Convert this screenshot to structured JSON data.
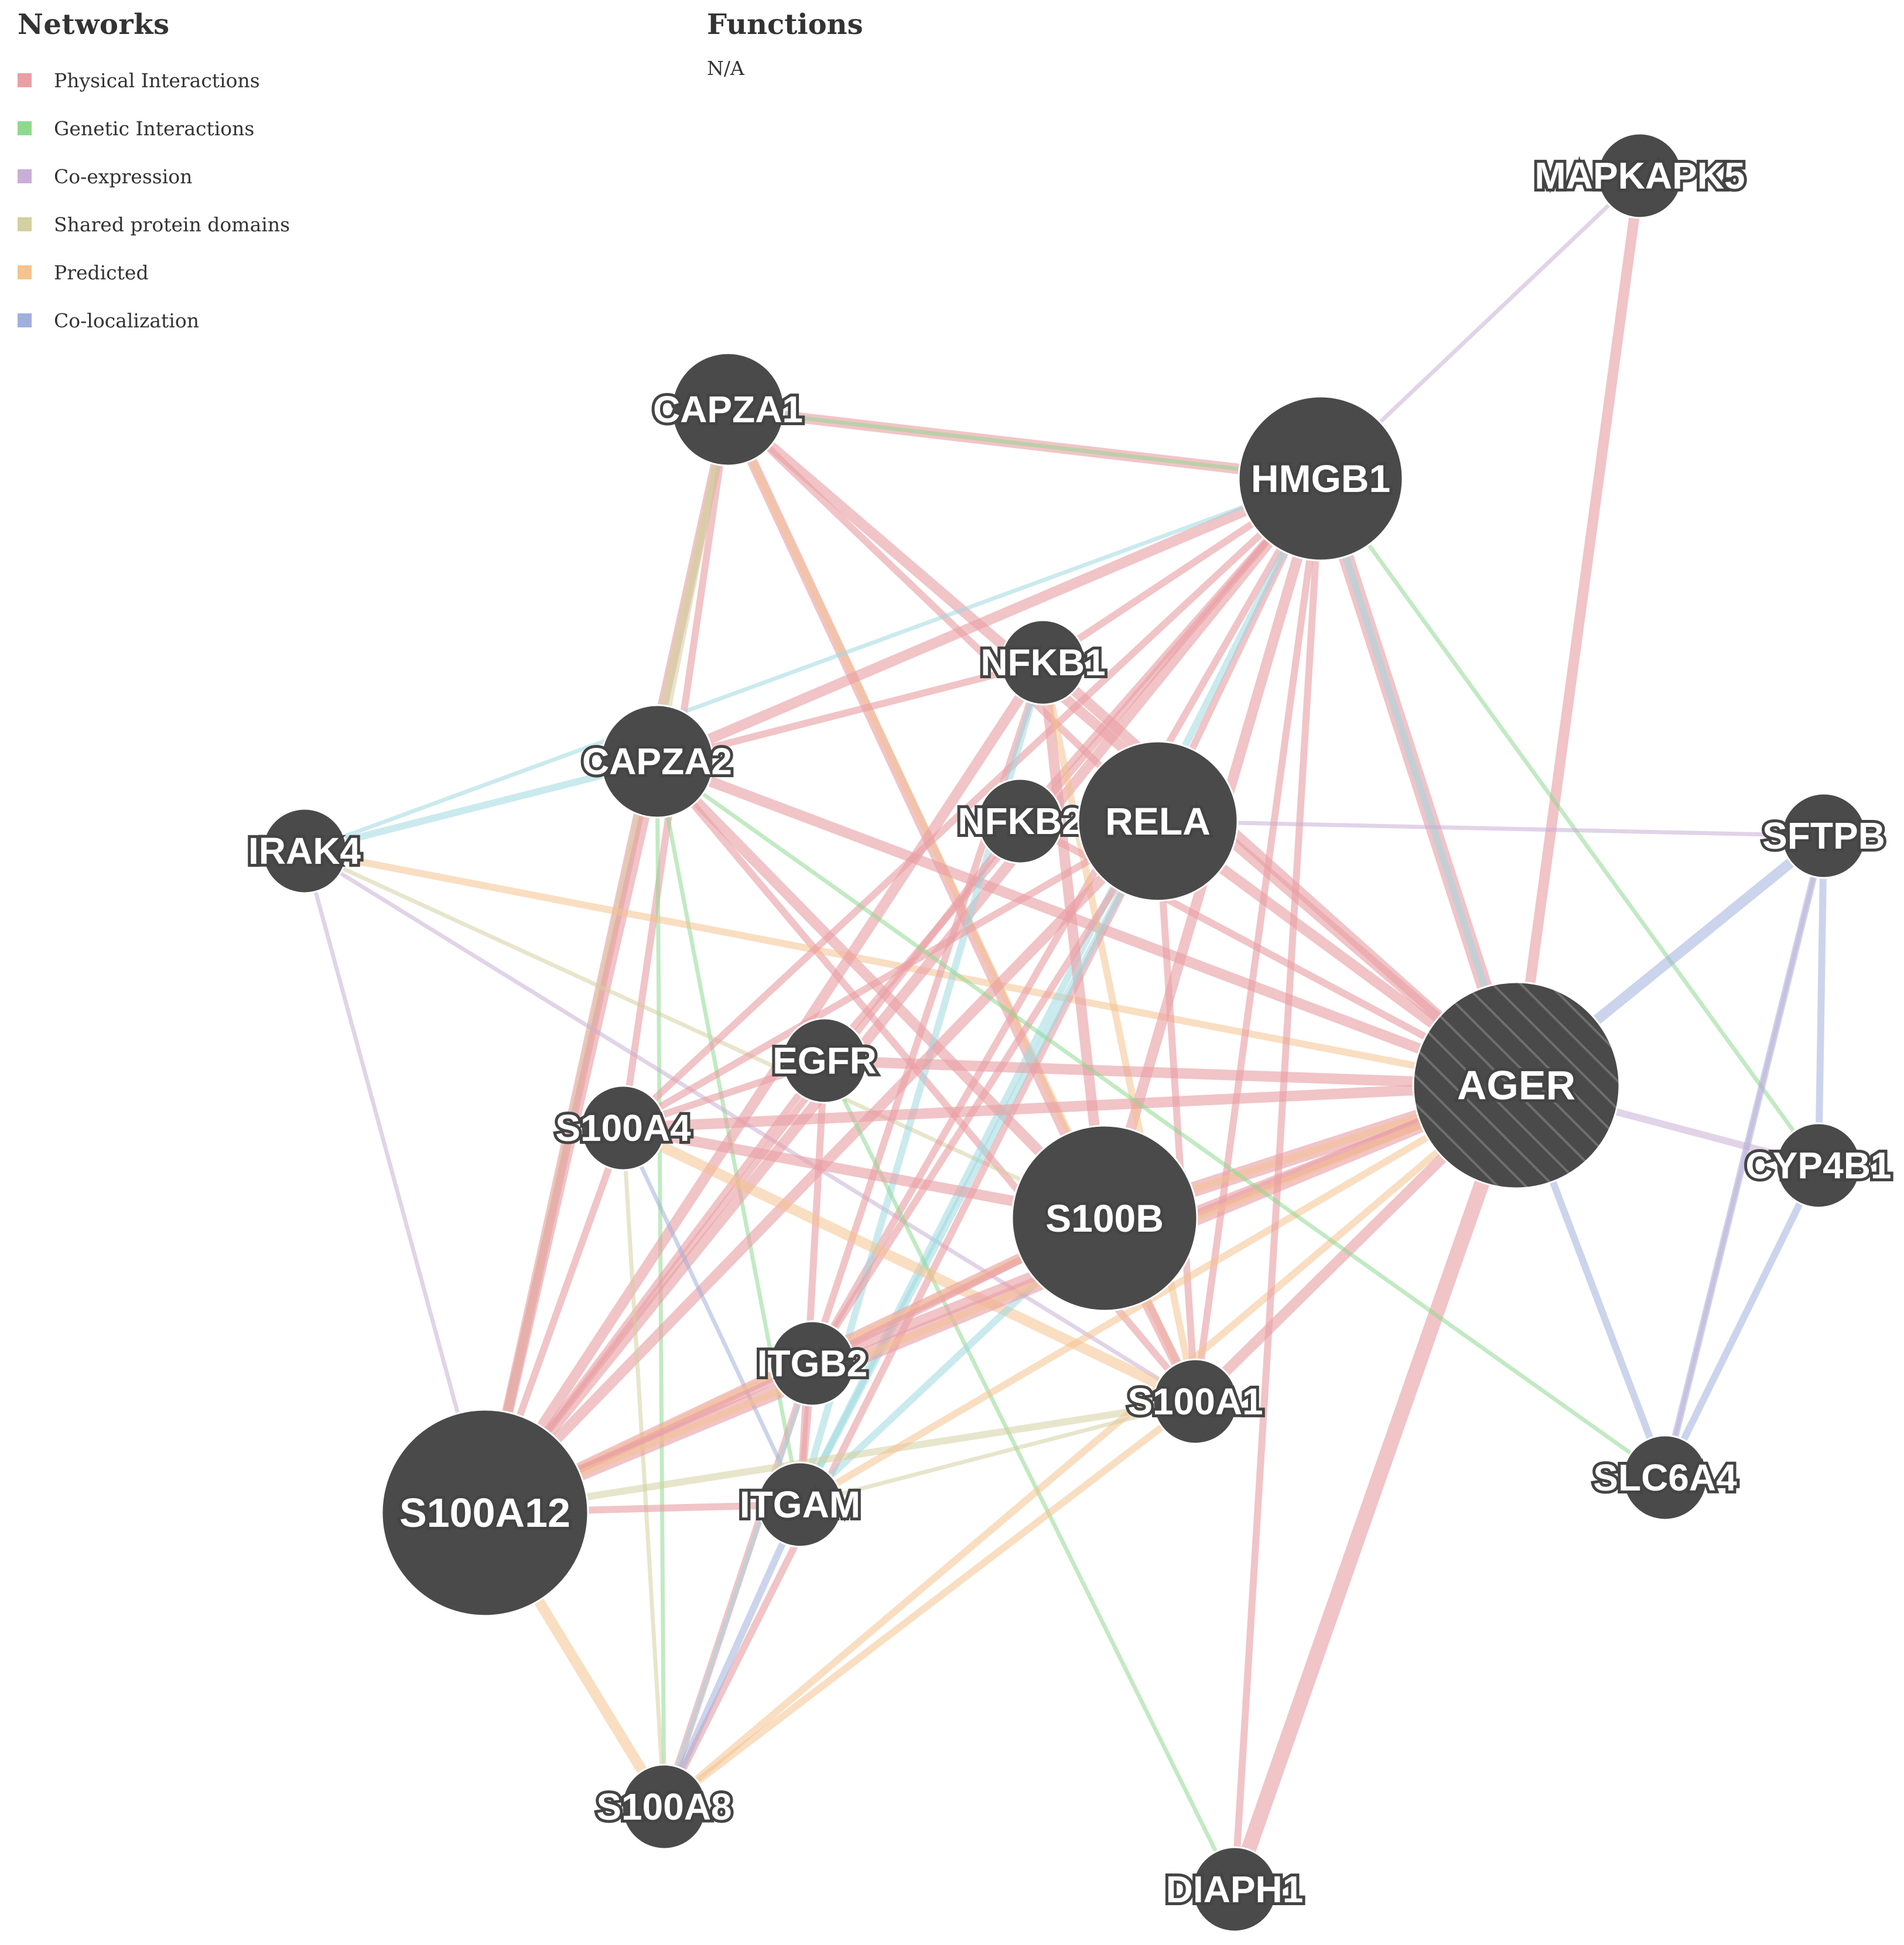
{
  "legend": {
    "title": "Networks",
    "items": [
      {
        "label": "Physical Interactions",
        "color": "#e8a0a4"
      },
      {
        "label": "Genetic Interactions",
        "color": "#8fd98f"
      },
      {
        "label": "Co-expression",
        "color": "#c9afd6"
      },
      {
        "label": "Shared protein domains",
        "color": "#d4d0a0"
      },
      {
        "label": "Predicted",
        "color": "#f4c38f"
      },
      {
        "label": "Co-localization",
        "color": "#a0b0dc"
      }
    ]
  },
  "functions": {
    "title": "Functions",
    "value": "N/A"
  },
  "network": {
    "node_color": "#4a4a4a",
    "query_node": "AGER",
    "nodes": [
      {
        "id": "MAPKAPK5",
        "size": "small"
      },
      {
        "id": "HMGB1",
        "size": "large"
      },
      {
        "id": "CAPZA1",
        "size": "medium"
      },
      {
        "id": "NFKB1",
        "size": "small"
      },
      {
        "id": "CAPZA2",
        "size": "medium"
      },
      {
        "id": "NFKB2",
        "size": "small"
      },
      {
        "id": "RELA",
        "size": "large"
      },
      {
        "id": "IRAK4",
        "size": "small"
      },
      {
        "id": "SFTPB",
        "size": "small"
      },
      {
        "id": "EGFR",
        "size": "small"
      },
      {
        "id": "S100A4",
        "size": "small"
      },
      {
        "id": "AGER",
        "size": "xlarge"
      },
      {
        "id": "CYP4B1",
        "size": "small"
      },
      {
        "id": "S100B",
        "size": "large"
      },
      {
        "id": "ITGB2",
        "size": "small"
      },
      {
        "id": "S100A1",
        "size": "small"
      },
      {
        "id": "S100A12",
        "size": "xlarge"
      },
      {
        "id": "ITGAM",
        "size": "small"
      },
      {
        "id": "SLC6A4",
        "size": "small"
      },
      {
        "id": "S100A8",
        "size": "small"
      },
      {
        "id": "DIAPH1",
        "size": "small"
      }
    ],
    "edges": [
      {
        "s": "MAPKAPK5",
        "t": "AGER",
        "type": "physical",
        "w": 3
      },
      {
        "s": "MAPKAPK5",
        "t": "HMGB1",
        "type": "coexp",
        "w": 1
      },
      {
        "s": "CAPZA1",
        "t": "HMGB1",
        "type": "physical",
        "w": 3
      },
      {
        "s": "CAPZA1",
        "t": "HMGB1",
        "type": "genetic",
        "w": 1
      },
      {
        "s": "CAPZA1",
        "t": "S100A12",
        "type": "physical",
        "w": 3
      },
      {
        "s": "CAPZA1",
        "t": "S100A12",
        "type": "shared",
        "w": 2
      },
      {
        "s": "CAPZA1",
        "t": "S100B",
        "type": "physical",
        "w": 3
      },
      {
        "s": "CAPZA1",
        "t": "AGER",
        "type": "physical",
        "w": 3
      },
      {
        "s": "CAPZA1",
        "t": "S100A1",
        "type": "predicted",
        "w": 2
      },
      {
        "s": "CAPZA1",
        "t": "S100A4",
        "type": "physical",
        "w": 2
      },
      {
        "s": "CAPZA1",
        "t": "RELA",
        "type": "physical",
        "w": 2
      },
      {
        "s": "CAPZA1",
        "t": "CAPZA2",
        "type": "shared",
        "w": 2
      },
      {
        "s": "CAPZA2",
        "t": "HMGB1",
        "type": "physical",
        "w": 3
      },
      {
        "s": "CAPZA2",
        "t": "S100A12",
        "type": "physical",
        "w": 3
      },
      {
        "s": "CAPZA2",
        "t": "S100B",
        "type": "physical",
        "w": 3
      },
      {
        "s": "CAPZA2",
        "t": "AGER",
        "type": "physical",
        "w": 3
      },
      {
        "s": "CAPZA2",
        "t": "S100A1",
        "type": "physical",
        "w": 2
      },
      {
        "s": "CAPZA2",
        "t": "S100A8",
        "type": "genetic",
        "w": 1
      },
      {
        "s": "CAPZA2",
        "t": "ITGAM",
        "type": "genetic",
        "w": 1
      },
      {
        "s": "CAPZA2",
        "t": "NFKB1",
        "type": "physical",
        "w": 2
      },
      {
        "s": "IRAK4",
        "t": "CAPZA2",
        "type": "coloc",
        "w": 2
      },
      {
        "s": "IRAK4",
        "t": "HMGB1",
        "type": "coloc",
        "w": 1
      },
      {
        "s": "IRAK4",
        "t": "AGER",
        "type": "predicted",
        "w": 2
      },
      {
        "s": "IRAK4",
        "t": "S100B",
        "type": "shared",
        "w": 1
      },
      {
        "s": "IRAK4",
        "t": "S100A12",
        "type": "coexp",
        "w": 1
      },
      {
        "s": "IRAK4",
        "t": "S100A1",
        "type": "coexp",
        "w": 1
      },
      {
        "s": "HMGB1",
        "t": "AGER",
        "type": "physical",
        "w": 4
      },
      {
        "s": "HMGB1",
        "t": "AGER",
        "type": "coloc",
        "w": 2
      },
      {
        "s": "HMGB1",
        "t": "S100B",
        "type": "physical",
        "w": 3
      },
      {
        "s": "HMGB1",
        "t": "S100A12",
        "type": "physical",
        "w": 3
      },
      {
        "s": "HMGB1",
        "t": "RELA",
        "type": "physical",
        "w": 2
      },
      {
        "s": "HMGB1",
        "t": "NFKB1",
        "type": "physical",
        "w": 2
      },
      {
        "s": "HMGB1",
        "t": "NFKB2",
        "type": "physical",
        "w": 2
      },
      {
        "s": "HMGB1",
        "t": "S100A4",
        "type": "physical",
        "w": 2
      },
      {
        "s": "HMGB1",
        "t": "ITGB2",
        "type": "physical",
        "w": 2
      },
      {
        "s": "HMGB1",
        "t": "ITGAM",
        "type": "coloc",
        "w": 2
      },
      {
        "s": "HMGB1",
        "t": "S100A1",
        "type": "physical",
        "w": 2
      },
      {
        "s": "HMGB1",
        "t": "CYP4B1",
        "type": "genetic",
        "w": 1
      },
      {
        "s": "HMGB1",
        "t": "EGFR",
        "type": "physical",
        "w": 2
      },
      {
        "s": "NFKB1",
        "t": "AGER",
        "type": "physical",
        "w": 3
      },
      {
        "s": "NFKB1",
        "t": "S100B",
        "type": "physical",
        "w": 3
      },
      {
        "s": "NFKB1",
        "t": "S100A12",
        "type": "physical",
        "w": 3
      },
      {
        "s": "NFKB1",
        "t": "S100A8",
        "type": "physical",
        "w": 2
      },
      {
        "s": "NFKB1",
        "t": "S100A1",
        "type": "predicted",
        "w": 2
      },
      {
        "s": "NFKB1",
        "t": "ITGAM",
        "type": "coloc",
        "w": 2
      },
      {
        "s": "NFKB2",
        "t": "S100A12",
        "type": "physical",
        "w": 2
      },
      {
        "s": "NFKB2",
        "t": "AGER",
        "type": "physical",
        "w": 2
      },
      {
        "s": "RELA",
        "t": "AGER",
        "type": "physical",
        "w": 3
      },
      {
        "s": "RELA",
        "t": "S100A12",
        "type": "physical",
        "w": 3
      },
      {
        "s": "RELA",
        "t": "S100A4",
        "type": "physical",
        "w": 2
      },
      {
        "s": "RELA",
        "t": "S100A8",
        "type": "physical",
        "w": 2
      },
      {
        "s": "RELA",
        "t": "ITGB2",
        "type": "physical",
        "w": 2
      },
      {
        "s": "RELA",
        "t": "ITGAM",
        "type": "coloc",
        "w": 2
      },
      {
        "s": "RELA",
        "t": "S100A1",
        "type": "physical",
        "w": 2
      },
      {
        "s": "EGFR",
        "t": "AGER",
        "type": "physical",
        "w": 3
      },
      {
        "s": "EGFR",
        "t": "S100A12",
        "type": "physical",
        "w": 2
      },
      {
        "s": "EGFR",
        "t": "S100A4",
        "type": "physical",
        "w": 2
      },
      {
        "s": "EGFR",
        "t": "DIAPH1",
        "type": "genetic",
        "w": 1
      },
      {
        "s": "EGFR",
        "t": "ITGAM",
        "type": "physical",
        "w": 2
      },
      {
        "s": "S100A4",
        "t": "AGER",
        "type": "physical",
        "w": 3
      },
      {
        "s": "S100A4",
        "t": "S100A1",
        "type": "predicted",
        "w": 3
      },
      {
        "s": "S100A4",
        "t": "S100B",
        "type": "physical",
        "w": 3
      },
      {
        "s": "S100A4",
        "t": "S100A8",
        "type": "shared",
        "w": 1
      },
      {
        "s": "S100A4",
        "t": "S100A12",
        "type": "physical",
        "w": 2
      },
      {
        "s": "S100A4",
        "t": "ITGAM",
        "type": "coloc",
        "w": 1
      },
      {
        "s": "S100B",
        "t": "AGER",
        "type": "physical",
        "w": 4
      },
      {
        "s": "S100B",
        "t": "AGER",
        "type": "predicted",
        "w": 2
      },
      {
        "s": "S100B",
        "t": "S100A12",
        "type": "physical",
        "w": 3
      },
      {
        "s": "S100B",
        "t": "S100A12",
        "type": "predicted",
        "w": 2
      },
      {
        "s": "S100B",
        "t": "S100A1",
        "type": "physical",
        "w": 3
      },
      {
        "s": "S100B",
        "t": "ITGB2",
        "type": "physical",
        "w": 2
      },
      {
        "s": "S100B",
        "t": "ITGAM",
        "type": "coloc",
        "w": 2
      },
      {
        "s": "ITGB2",
        "t": "AGER",
        "type": "physical",
        "w": 3
      },
      {
        "s": "ITGB2",
        "t": "ITGAM",
        "type": "physical",
        "w": 2
      },
      {
        "s": "ITGB2",
        "t": "S100A12",
        "type": "physical",
        "w": 2
      },
      {
        "s": "ITGB2",
        "t": "S100A8",
        "type": "coloc",
        "w": 1
      },
      {
        "s": "S100A12",
        "t": "AGER",
        "type": "physical",
        "w": 4
      },
      {
        "s": "S100A12",
        "t": "AGER",
        "type": "predicted",
        "w": 2
      },
      {
        "s": "S100A12",
        "t": "S100A1",
        "type": "shared",
        "w": 2
      },
      {
        "s": "S100A12",
        "t": "S100A8",
        "type": "predicted",
        "w": 3
      },
      {
        "s": "S100A12",
        "t": "ITGAM",
        "type": "physical",
        "w": 2
      },
      {
        "s": "S100A8",
        "t": "AGER",
        "type": "predicted",
        "w": 2
      },
      {
        "s": "S100A8",
        "t": "S100A1",
        "type": "predicted",
        "w": 2
      },
      {
        "s": "S100A8",
        "t": "ITGAM",
        "type": "coloc",
        "w": 2
      },
      {
        "s": "S100A1",
        "t": "AGER",
        "type": "physical",
        "w": 3
      },
      {
        "s": "ITGAM",
        "t": "AGER",
        "type": "predicted",
        "w": 2
      },
      {
        "s": "ITGAM",
        "t": "S100A1",
        "type": "shared",
        "w": 1
      },
      {
        "s": "DIAPH1",
        "t": "AGER",
        "type": "physical",
        "w": 4
      },
      {
        "s": "DIAPH1",
        "t": "HMGB1",
        "type": "physical",
        "w": 2
      },
      {
        "s": "SFTPB",
        "t": "AGER",
        "type": "coloc",
        "w": 3
      },
      {
        "s": "SFTPB",
        "t": "CYP4B1",
        "type": "coloc",
        "w": 2
      },
      {
        "s": "SFTPB",
        "t": "SLC6A4",
        "type": "coloc",
        "w": 2
      },
      {
        "s": "SFTPB",
        "t": "RELA",
        "type": "coexp",
        "w": 1
      },
      {
        "s": "CYP4B1",
        "t": "AGER",
        "type": "coexp",
        "w": 2
      },
      {
        "s": "CYP4B1",
        "t": "SLC6A4",
        "type": "coloc",
        "w": 2
      },
      {
        "s": "SLC6A4",
        "t": "AGER",
        "type": "coloc",
        "w": 2
      },
      {
        "s": "SLC6A4",
        "t": "CAPZA2",
        "type": "genetic",
        "w": 1
      },
      {
        "s": "SLC6A4",
        "t": "SFTPB",
        "type": "coexp",
        "w": 1
      }
    ]
  }
}
